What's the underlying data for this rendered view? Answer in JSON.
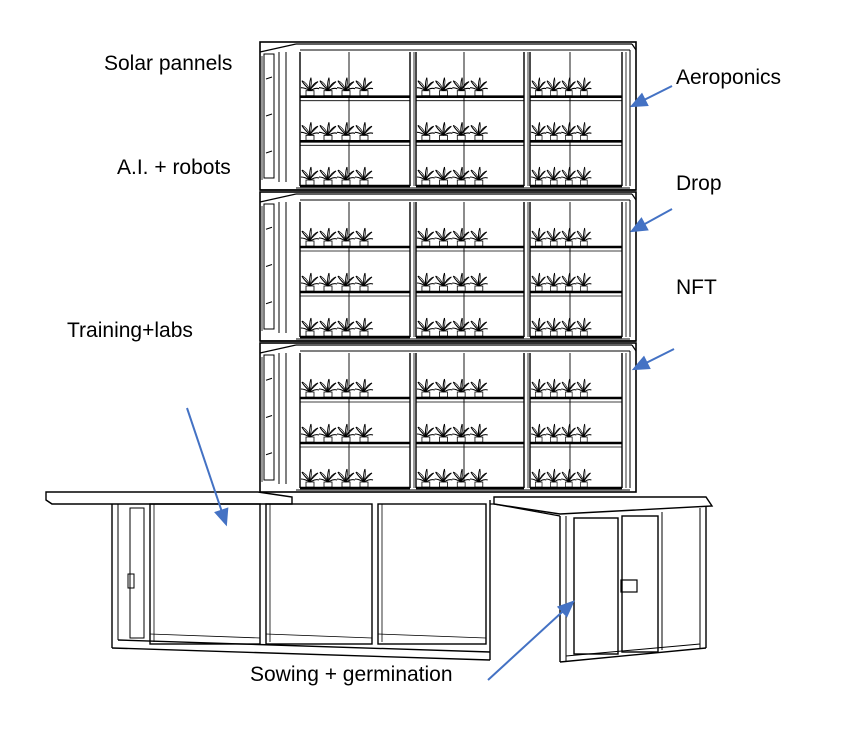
{
  "labels": {
    "solar": "Solar pannels",
    "ai": "A.I. + robots",
    "training": "Training+labs",
    "aeroponics": "Aeroponics",
    "drop": "Drop",
    "nft": "NFT",
    "sowing": "Sowing + germination"
  },
  "colors": {
    "line": "#000000",
    "arrow": "#4472c4",
    "background": "#ffffff"
  },
  "structure": {
    "tower_levels": 3,
    "shelves_per_level": 3,
    "bays": 3
  }
}
